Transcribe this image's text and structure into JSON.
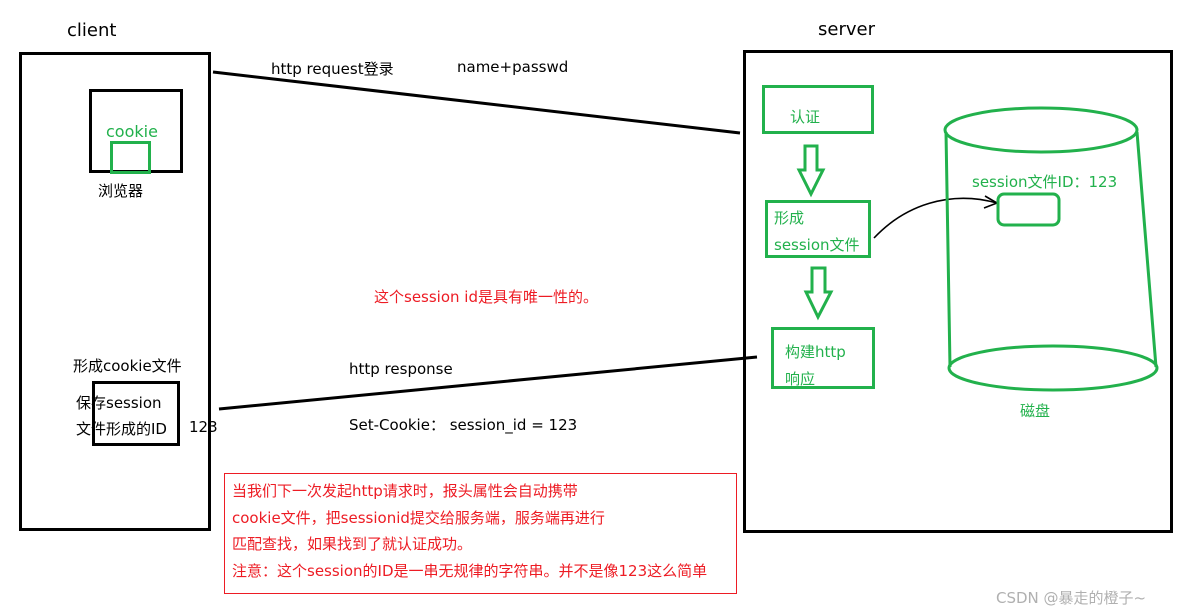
{
  "client": {
    "title": "client",
    "cookie_label": "cookie",
    "browser_label": "浏览器",
    "form_cookie_file": "形成cookie文件",
    "save_session_line1": "保存session",
    "save_session_line2": "文件形成的ID",
    "id_value": "123"
  },
  "server": {
    "title": "server",
    "auth": "认证",
    "form_line1": "形成",
    "form_line2": "session文件",
    "build_line1": "构建http",
    "build_line2": "响应",
    "disk_label": "磁盘",
    "session_file_id": "session文件ID：123"
  },
  "request": {
    "label": "http request登录",
    "params": "name+passwd"
  },
  "response": {
    "label": "http response",
    "set_cookie": "Set-Cookie： session_id = 123"
  },
  "notes": {
    "unique": "这个session id是具有唯一性的。",
    "box_lines": [
      "当我们下一次发起http请求时，报头属性会自动携带",
      "cookie文件，把sessionid提交给服务端，服务端再进行",
      "匹配查找，如果找到了就认证成功。",
      "注意：这个session的ID是一串无规律的字符串。并不是像123这么简单"
    ]
  },
  "watermark": "CSDN @暴走的橙子~",
  "colors": {
    "black": "#000000",
    "green": "#22b14c",
    "red": "#ed1c24",
    "watermark": "#b0b0b0"
  }
}
